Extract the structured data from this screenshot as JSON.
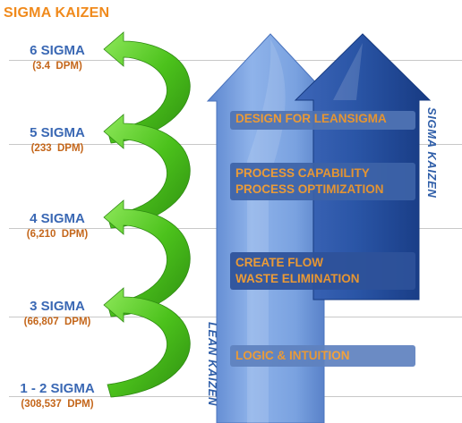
{
  "title": "SIGMA KAIZEN",
  "levels": [
    {
      "name": "6 SIGMA",
      "dpm": "(3.4  DPM)"
    },
    {
      "name": "5 SIGMA",
      "dpm": "(233  DPM)"
    },
    {
      "name": "4 SIGMA",
      "dpm": "(6,210  DPM)"
    },
    {
      "name": "3 SIGMA",
      "dpm": "(66,807  DPM)"
    },
    {
      "name": "1 - 2 SIGMA",
      "dpm": "(308,537  DPM)"
    }
  ],
  "steps": [
    {
      "lines": [
        "DESIGN FOR LEANSIGMA"
      ]
    },
    {
      "lines": [
        "PROCESS CAPABILITY",
        "PROCESS OPTIMIZATION"
      ]
    },
    {
      "lines": [
        "CREATE FLOW",
        "WASTE ELIMINATION"
      ]
    },
    {
      "lines": [
        "LOGIC & INTUITION"
      ]
    }
  ],
  "arrows": {
    "lean_label": "LEAN KAIZEN",
    "sigma_label": "SIGMA KAIZEN"
  },
  "colors": {
    "title": "#f08a1c",
    "level_name": "#3a68b4",
    "dpm": "#c4661a",
    "step_text": "#f39a2a",
    "lean_arrow": "#7aa2e0",
    "sigma_arrow": "#1e4490",
    "curve_arrow": "#4cc21c"
  }
}
